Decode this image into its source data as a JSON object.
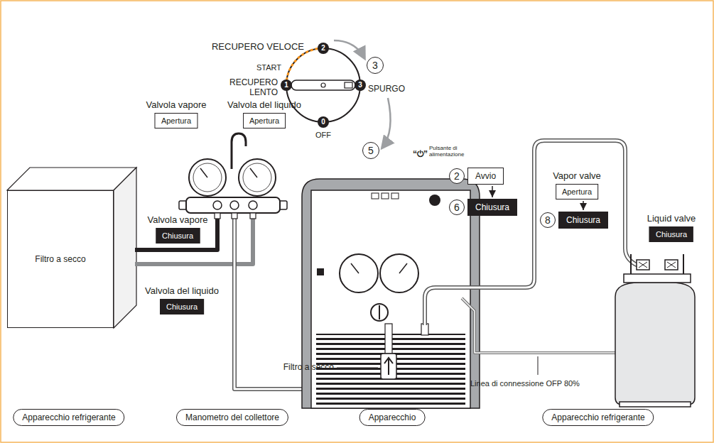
{
  "diagram": {
    "nodes": [
      {
        "text": [
          "3"
        ]
      },
      {
        "text": [
          "5"
        ]
      },
      {
        "text": [
          "Valvola vapore",
          "Apertura"
        ]
      },
      {
        "text": [
          "Valvola del liquido",
          "Apertura"
        ]
      },
      {
        "text": [
          "2",
          "Avvio"
        ]
      },
      {
        "text": [
          "6",
          "Chiusura"
        ]
      },
      {
        "text": [
          "Vapor valve",
          "Apertura"
        ]
      },
      {
        "text": [
          "8",
          "Chiusura"
        ]
      },
      {
        "text": [
          "Liquid valve",
          "Chiusura"
        ]
      },
      {
        "text": [
          "Filtro a secco"
        ]
      },
      {
        "text": [
          "Valvola vapore",
          "Chiusura"
        ]
      },
      {
        "text": [
          "Valvola del liquido",
          "Chiusura"
        ]
      },
      {
        "text": [
          "Apparecchio refrigerante"
        ]
      },
      {
        "text": [
          "Manometro del collettore"
        ]
      },
      {
        "text": [
          "Apparecchio"
        ]
      },
      {
        "text": [
          "Apparecchio refrigerante"
        ]
      }
    ],
    "edges": [
      {
        "from": 4,
        "to": 5,
        "arrow": "to"
      },
      {
        "from": 6,
        "to": 7,
        "arrow": "to"
      }
    ],
    "labels": [
      "RECUPERO VELOCE",
      "START",
      "RECUPERO LENTO",
      "SPURGO",
      "OFF",
      "1",
      "2",
      "3",
      "0",
      "“⏻”",
      "Pulsante di alimentazione",
      "Filtro a secco",
      "Linea di connessione OFP 80%"
    ]
  }
}
